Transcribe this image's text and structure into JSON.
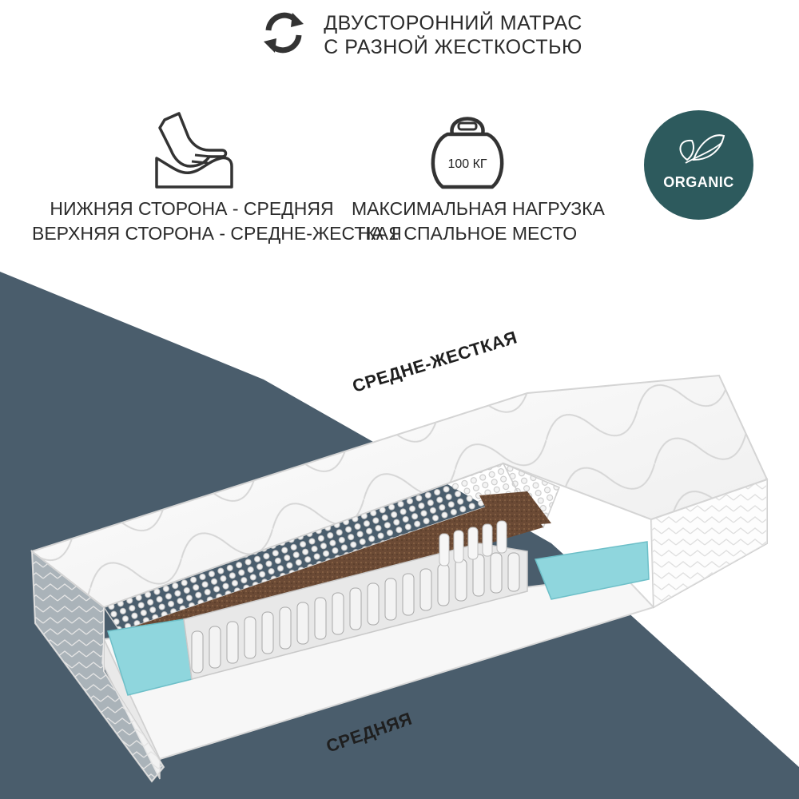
{
  "header": {
    "icon": "refresh-icon",
    "title_line1": "ДВУСТОРОННИЙ МАТРАС",
    "title_line2": "С РАЗНОЙ ЖЕСТКОСТЬЮ"
  },
  "features": {
    "firmness": {
      "icon": "hand-press-icon",
      "line1": "НИЖНЯЯ СТОРОНА - СРЕДНЯЯ",
      "line2": "ВЕРХНЯЯ СТОРОНА - СРЕДНЕ-ЖЕСТКАЯ"
    },
    "load": {
      "icon": "kettlebell-icon",
      "weight": "100 КГ",
      "line1": "МАКСИМАЛЬНАЯ НАГРУЗКА",
      "line2": "НА 1 СПАЛЬНОЕ МЕСТО"
    },
    "organic": {
      "icon": "leaf-icon",
      "label": "ORGANIC"
    }
  },
  "mattress": {
    "top_side_label": "СРЕДНЕ-ЖЕСТКАЯ",
    "bottom_side_label": "СРЕДНЯЯ"
  },
  "colors": {
    "background_band": "#4a5d6c",
    "organic_badge": "#2d5a5d",
    "coir_layer": "#6b4a35",
    "foam_edge": "#8fd6dd",
    "text": "#2b2b2b"
  }
}
